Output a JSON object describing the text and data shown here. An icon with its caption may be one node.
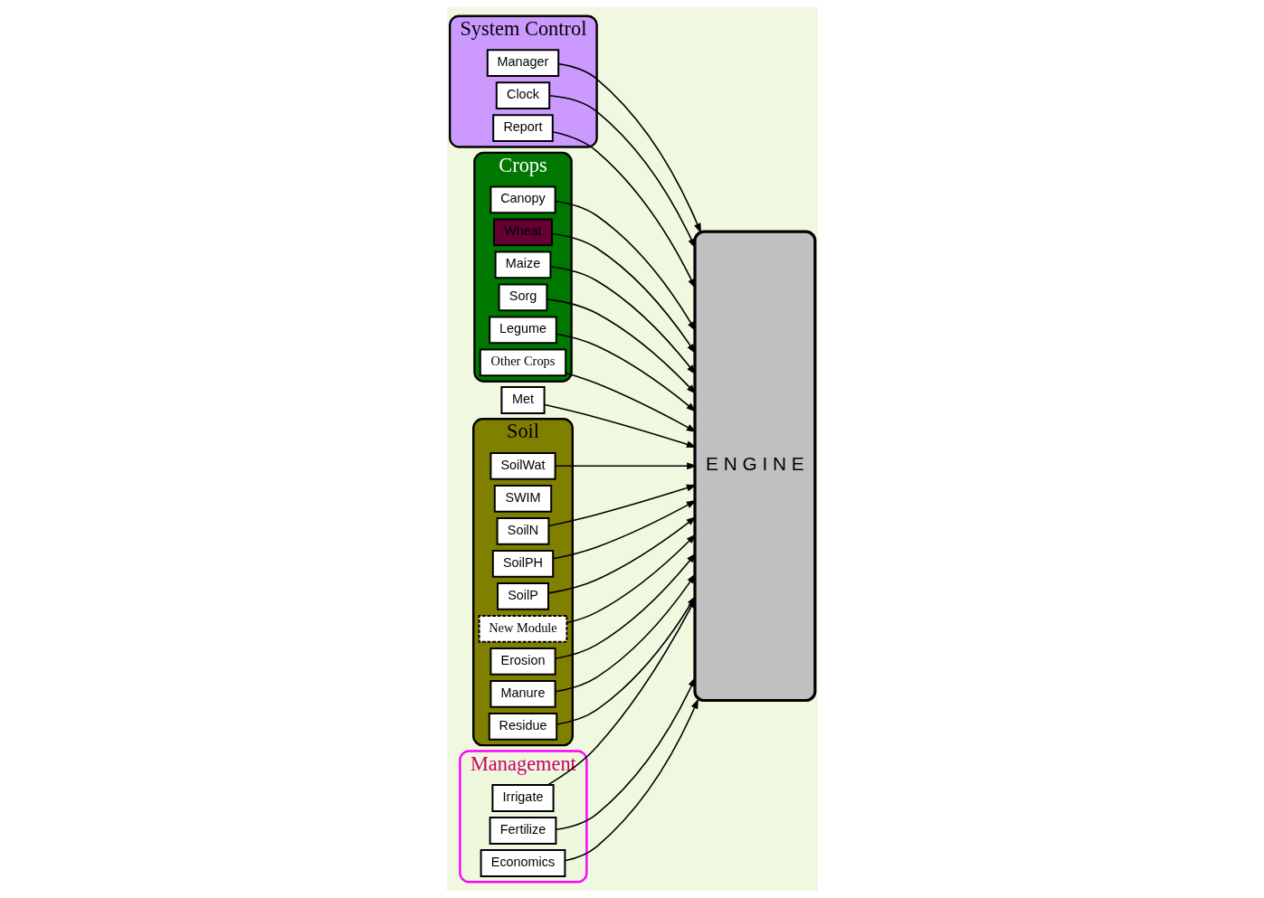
{
  "diagram": {
    "nodes": [
      {
        "text": [
          "System Control"
        ]
      },
      {
        "text": [
          "Manager"
        ],
        "in": 0
      },
      {
        "text": [
          "Clock"
        ],
        "in": 0
      },
      {
        "text": [
          "Report"
        ],
        "in": 0
      },
      {
        "text": [
          "Crops"
        ]
      },
      {
        "text": [
          "Canopy"
        ],
        "in": 4
      },
      {
        "text": [
          "Wheat"
        ],
        "in": 4
      },
      {
        "text": [
          "Maize"
        ],
        "in": 4
      },
      {
        "text": [
          "Sorg"
        ],
        "in": 4
      },
      {
        "text": [
          "Legume"
        ],
        "in": 4
      },
      {
        "text": [
          "Other Crops"
        ],
        "in": 4
      },
      {
        "text": [
          "E N G I N E"
        ]
      },
      {
        "text": [
          "Met"
        ]
      },
      {
        "text": [
          "Soil"
        ]
      },
      {
        "text": [
          "SoilWat"
        ],
        "in": 13
      },
      {
        "text": [
          "SWIM"
        ],
        "in": 13
      },
      {
        "text": [
          "SoilN"
        ],
        "in": 13
      },
      {
        "text": [
          "SoilPH"
        ],
        "in": 13
      },
      {
        "text": [
          "SoilP"
        ],
        "in": 13
      },
      {
        "text": [
          "New Module"
        ],
        "in": 13
      },
      {
        "text": [
          "Erosion"
        ],
        "in": 13
      },
      {
        "text": [
          "Manure"
        ],
        "in": 13
      },
      {
        "text": [
          "Residue"
        ],
        "in": 13
      },
      {
        "text": [
          "Management"
        ]
      },
      {
        "text": [
          "Irrigate"
        ],
        "in": 23
      },
      {
        "text": [
          "Fertilize"
        ],
        "in": 23
      },
      {
        "text": [
          "Economics"
        ],
        "in": 23
      }
    ],
    "edges": [
      {
        "from": 2,
        "to": 11,
        "arrow": "to"
      },
      {
        "from": 1,
        "to": 11,
        "arrow": "to"
      },
      {
        "from": 3,
        "to": 11,
        "arrow": "to"
      },
      {
        "from": 5,
        "to": 11,
        "arrow": "to"
      },
      {
        "from": 12,
        "to": 11,
        "arrow": "to"
      },
      {
        "from": 6,
        "to": 11,
        "arrow": "to"
      },
      {
        "from": 7,
        "to": 11,
        "arrow": "to"
      },
      {
        "from": 8,
        "to": 11,
        "arrow": "to"
      },
      {
        "from": 9,
        "to": 11,
        "arrow": "to"
      },
      {
        "from": 10,
        "to": 11,
        "arrow": "to"
      },
      {
        "from": 14,
        "to": 11,
        "arrow": "to"
      },
      {
        "from": 16,
        "to": 11,
        "arrow": "to"
      },
      {
        "from": 17,
        "to": 11,
        "arrow": "to"
      },
      {
        "from": 18,
        "to": 11,
        "arrow": "to"
      },
      {
        "from": 19,
        "to": 11,
        "arrow": "to"
      },
      {
        "from": 20,
        "to": 11,
        "arrow": "to"
      },
      {
        "from": 21,
        "to": 11,
        "arrow": "to"
      },
      {
        "from": 22,
        "to": 11,
        "arrow": "to"
      },
      {
        "from": 26,
        "to": 11,
        "arrow": "to"
      },
      {
        "from": 25,
        "to": 11,
        "arrow": "to"
      },
      {
        "from": 24,
        "to": 11,
        "arrow": "to"
      }
    ]
  }
}
